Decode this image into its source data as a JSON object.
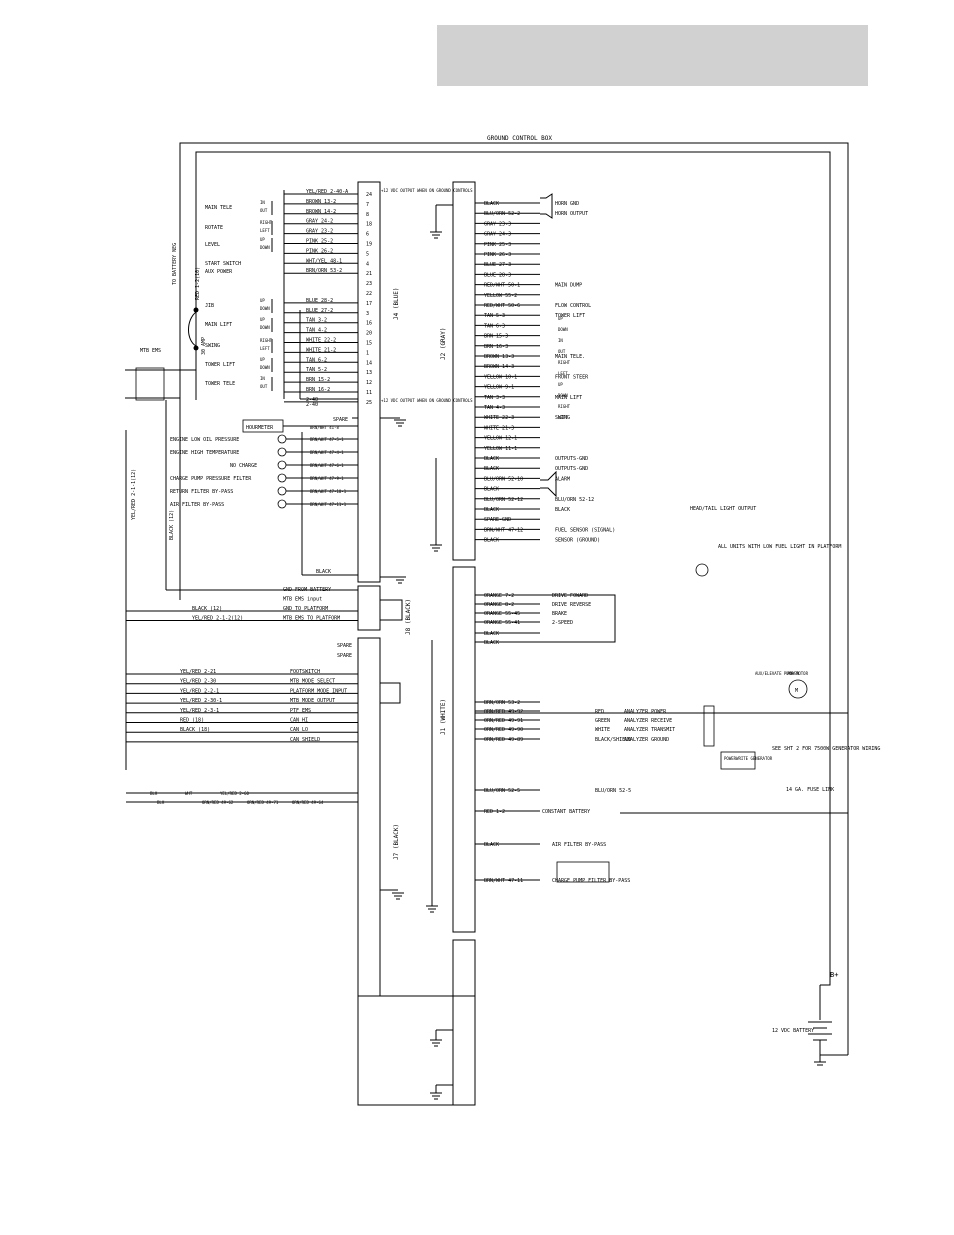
{
  "header": {
    "fill": "#d1d1d1"
  },
  "title": "GROUND CONTROL BOX",
  "battery_neg": "TO BATTERY NEG",
  "fuse": {
    "wire": "RED 1-2(10)",
    "rating": "30 AMP"
  },
  "mtb_ems": "MTB EMS",
  "left_vertical": [
    "YEL/RED 2-1-1(12)",
    "BLACK (12)"
  ],
  "j4": {
    "label": "J4 (BLUE)",
    "rows": [
      {
        "pin": "24",
        "wire": "YEL/RED 2-40-A"
      },
      {
        "pin": "7",
        "wire": "BROWN 13-2"
      },
      {
        "pin": "8",
        "wire": "BROWN 14-2"
      },
      {
        "pin": "18",
        "wire": "GRAY 24-2"
      },
      {
        "pin": "6",
        "wire": "GRAY 23-2"
      },
      {
        "pin": "19",
        "wire": "PINK 25-2"
      },
      {
        "pin": "5",
        "wire": "PINK 26-2"
      },
      {
        "pin": "4",
        "wire": "WHT/YEL 48-1"
      },
      {
        "pin": "21",
        "wire": "BRN/ORN 53-2"
      },
      {
        "pin": "23",
        "wire": ""
      },
      {
        "pin": "22",
        "wire": ""
      },
      {
        "pin": "17",
        "wire": "BLUE 28-2"
      },
      {
        "pin": "3",
        "wire": "BLUE 27-2"
      },
      {
        "pin": "16",
        "wire": "TAN 3-2"
      },
      {
        "pin": "20",
        "wire": "TAN 4-2"
      },
      {
        "pin": "15",
        "wire": "WHITE 22-2"
      },
      {
        "pin": "1",
        "wire": "WHITE 21-2"
      },
      {
        "pin": "14",
        "wire": "TAN 6-2"
      },
      {
        "pin": "13",
        "wire": "TAN 5-2"
      },
      {
        "pin": "12",
        "wire": "BRN 15-2"
      },
      {
        "pin": "11",
        "wire": "BRN 16-2"
      },
      {
        "pin": "25",
        "wire": "2-40"
      }
    ],
    "note_top": "+12 VDC OUTPUT WHEN ON GROUND CONTROLS",
    "note_bottom": "+12 VDC OUTPUT WHEN ON GROUND CONTROLS"
  },
  "switch_labels": [
    {
      "name": "MAIN TELE",
      "a": "IN",
      "b": "OUT"
    },
    {
      "name": "ROTATE",
      "a": "RIGHT",
      "b": "LEFT"
    },
    {
      "name": "LEVEL",
      "a": "UP",
      "b": "DOWN"
    },
    {
      "name": "START SWITCH",
      "a": "",
      "b": ""
    },
    {
      "name": "AUX POWER",
      "a": "",
      "b": ""
    },
    {
      "name": "JIB",
      "a": "UP",
      "b": "DOWN"
    },
    {
      "name": "MAIN LIFT",
      "a": "UP",
      "b": "DOWN"
    },
    {
      "name": "SWING",
      "a": "RIGHT",
      "b": "LEFT"
    },
    {
      "name": "TOWER LIFT",
      "a": "UP",
      "b": "DOWN"
    },
    {
      "name": "TOWER TELE",
      "a": "IN",
      "b": "OUT"
    }
  ],
  "j4_lower": {
    "spare": "SPARE",
    "hourmeter": "HOURMETER",
    "rows": [
      {
        "label": "ENGINE LOW OIL PRESSURE",
        "wire": "BRN/WHT 47-5-1"
      },
      {
        "label": "ENGINE HIGH TEMPERATURE",
        "wire": "BRN/WHT 47-4-1"
      },
      {
        "label": "NO CHARGE",
        "wire": "BRN/WHT 47-6-1"
      },
      {
        "label": "CHARGE PUMP PRESSURE FILTER",
        "wire": "BRN/WHT 47-9-1"
      },
      {
        "label": "RETURN FILTER BY-PASS",
        "wire": "BRN/WHT 47-10-1"
      },
      {
        "label": "AIR FILTER BY-PASS",
        "wire": "BRN/WHT 47-11-1"
      }
    ],
    "hour_wire": "BRN/WHT 41-8",
    "black": "BLACK"
  },
  "j8": {
    "label": "J8 (BLACK)",
    "rows": [
      {
        "text": "GND FROM BATTERY"
      },
      {
        "text": "MTB EMS input"
      },
      {
        "text": "GND TO PLATFORM",
        "wire": "BLACK (12)"
      },
      {
        "text": "MTB EMS TO PLATFORM",
        "wire": "YEL/RED 2-1-2(12)"
      }
    ]
  },
  "j7": {
    "label": "J7 (BLACK)",
    "spares": [
      "SPARE",
      "SPARE"
    ],
    "rows": [
      {
        "wire": "YEL/RED 2-21",
        "text": "FOOTSWITCH"
      },
      {
        "wire": "YEL/RED 2-30",
        "text": "MTB MODE SELECT"
      },
      {
        "wire": "YEL/RED 2-2-1",
        "text": "PLATFORM MODE INPUT"
      },
      {
        "wire": "YEL/RED 2-30-1",
        "text": "MTB MODE OUTPUT"
      },
      {
        "wire": "YEL/RED 2-3-1",
        "text": "PTF EMS"
      },
      {
        "wire": "RED (18)",
        "text": "CAN HI"
      },
      {
        "wire": "BLACK (18)",
        "text": "CAN LO"
      },
      {
        "wire": "",
        "text": "CAN SHIELD"
      }
    ],
    "chain1": [
      "BLK",
      "WHT",
      "YEL/RED 2-60"
    ],
    "chain2": [
      "BLK",
      "ORN/RED 49-62",
      "ORN/RED 49-71",
      "ORN/RED 49-64"
    ]
  },
  "j2": {
    "label": "J2 (GRAY)",
    "rows": [
      {
        "wire": "BLACK",
        "dev": "HORN GND"
      },
      {
        "wire": "BLU/ORN 52-2",
        "dev": "HORN OUTPUT"
      },
      {
        "wire": "GRAY 23-3"
      },
      {
        "wire": "GRAY 24-3"
      },
      {
        "wire": "PINK 25-3"
      },
      {
        "wire": "PINK 26-3"
      },
      {
        "wire": "BLUE 27-3"
      },
      {
        "wire": "BLUE 28-3"
      },
      {
        "wire": "RED/WHT 50-1",
        "dev": "MAIN DUMP"
      },
      {
        "wire": "YELLOW 55-2"
      },
      {
        "wire": "RED/WHT 50-6",
        "dev": "FLOW CONTROL"
      },
      {
        "wire": "TAN 5-3",
        "dev": "TOWER LIFT"
      },
      {
        "wire": "TAN 6-3"
      },
      {
        "wire": "BRN 15-3"
      },
      {
        "wire": "BRN 16-3"
      },
      {
        "wire": "BROWN 13-3",
        "dev": "MAIN TELE."
      },
      {
        "wire": "BROWN 14-3"
      },
      {
        "wire": "YELLOW 10-1",
        "dev": "FRONT STEER"
      },
      {
        "wire": "YELLOW 9-1"
      },
      {
        "wire": "TAN 3-3",
        "dev": "MAIN LIFT"
      },
      {
        "wire": "TAN 4-3"
      },
      {
        "wire": "WHITE 22-3",
        "dev": "SWING"
      },
      {
        "wire": "WHITE 21-3"
      },
      {
        "wire": "YELLOW 12-1"
      },
      {
        "wire": "YELLOW 11-1"
      },
      {
        "wire": "BLACK",
        "dev": "OUTPUTS-GND"
      },
      {
        "wire": "BLACK",
        "dev": "OUTPUTS-GND"
      },
      {
        "wire": "BLU/ORN 52-10",
        "dev": "ALARM"
      },
      {
        "wire": "BLACK"
      },
      {
        "wire": "BLU/ORN 52-12",
        "dev": "BLU/ORN 52-12"
      },
      {
        "wire": "BLACK",
        "dev": "BLACK"
      },
      {
        "wire": "SPARE-GND"
      },
      {
        "wire": "BRN/WHT 47-12",
        "dev": "FUEL SENSOR (SIGNAL)"
      },
      {
        "wire": "BLACK",
        "dev": "SENSOR (GROUND)"
      }
    ],
    "dir_labels": [
      "UP",
      "DOWN",
      "IN",
      "OUT",
      "RIGHT",
      "LEFT",
      "UP",
      "DOWN",
      "RIGHT",
      "LEFT"
    ],
    "headlight": "HEAD/TAIL LIGHT OUTPUT",
    "fuel_note": "ALL UNITS WITH LOW FUEL LIGHT IN PLATFORM"
  },
  "j1": {
    "label": "J1 (WHITE)",
    "rows": [
      {
        "wire": "ORANGE 7-2",
        "dev": "DRIVE FOWARD"
      },
      {
        "wire": "ORANGE 8-2",
        "dev": "DRIVE REVERSE"
      },
      {
        "wire": "ORANGE 55-45",
        "dev": "BRAKE"
      },
      {
        "wire": "ORANGE 55-41",
        "dev": "2-SPEED"
      },
      {
        "wire": "BLACK"
      },
      {
        "wire": "BLACK"
      },
      {
        "wire": "BRN/ORN 53-2"
      },
      {
        "wire": "ORN/RED 49-92",
        "wire2": "RED",
        "dev": "ANALYZER POWER"
      },
      {
        "wire": "ORN/RED 49-91",
        "wire2": "GREEN",
        "dev": "ANALYZER RECEIVE"
      },
      {
        "wire": "ORN/RED 49-90",
        "wire2": "WHITE",
        "dev": "ANALYZER TRANSMIT"
      },
      {
        "wire": "ORN/RED 49-89",
        "wire2": "BLACK/SHIELD",
        "dev": "ANALYZER GROUND"
      },
      {
        "wire": "BLU/ORN 52-5",
        "wire2": "BLU/ORN 52-5"
      },
      {
        "wire": "RED 1-2",
        "wire2": "CONSTANT BATTERY"
      },
      {
        "wire": "BLACK",
        "dev": "AIR FILTER BY-PASS"
      },
      {
        "wire": "BRN/WHT 47-11",
        "dev": "CHARGE PUMP FILTER BY-PASS"
      }
    ],
    "aux_pump": "AUX/ELEVATE PUMP MOTOR",
    "power": "POWER",
    "motor": "M",
    "powerwrite": "POWERWRITE GENERATOR",
    "see_sht": "SEE SHT 2 FOR 7500W GENERATOR WIRING",
    "fuse_link": "14 GA. FUSE LINK"
  },
  "battery": {
    "label": "12 VDC BATTERY",
    "plus": "B+"
  }
}
